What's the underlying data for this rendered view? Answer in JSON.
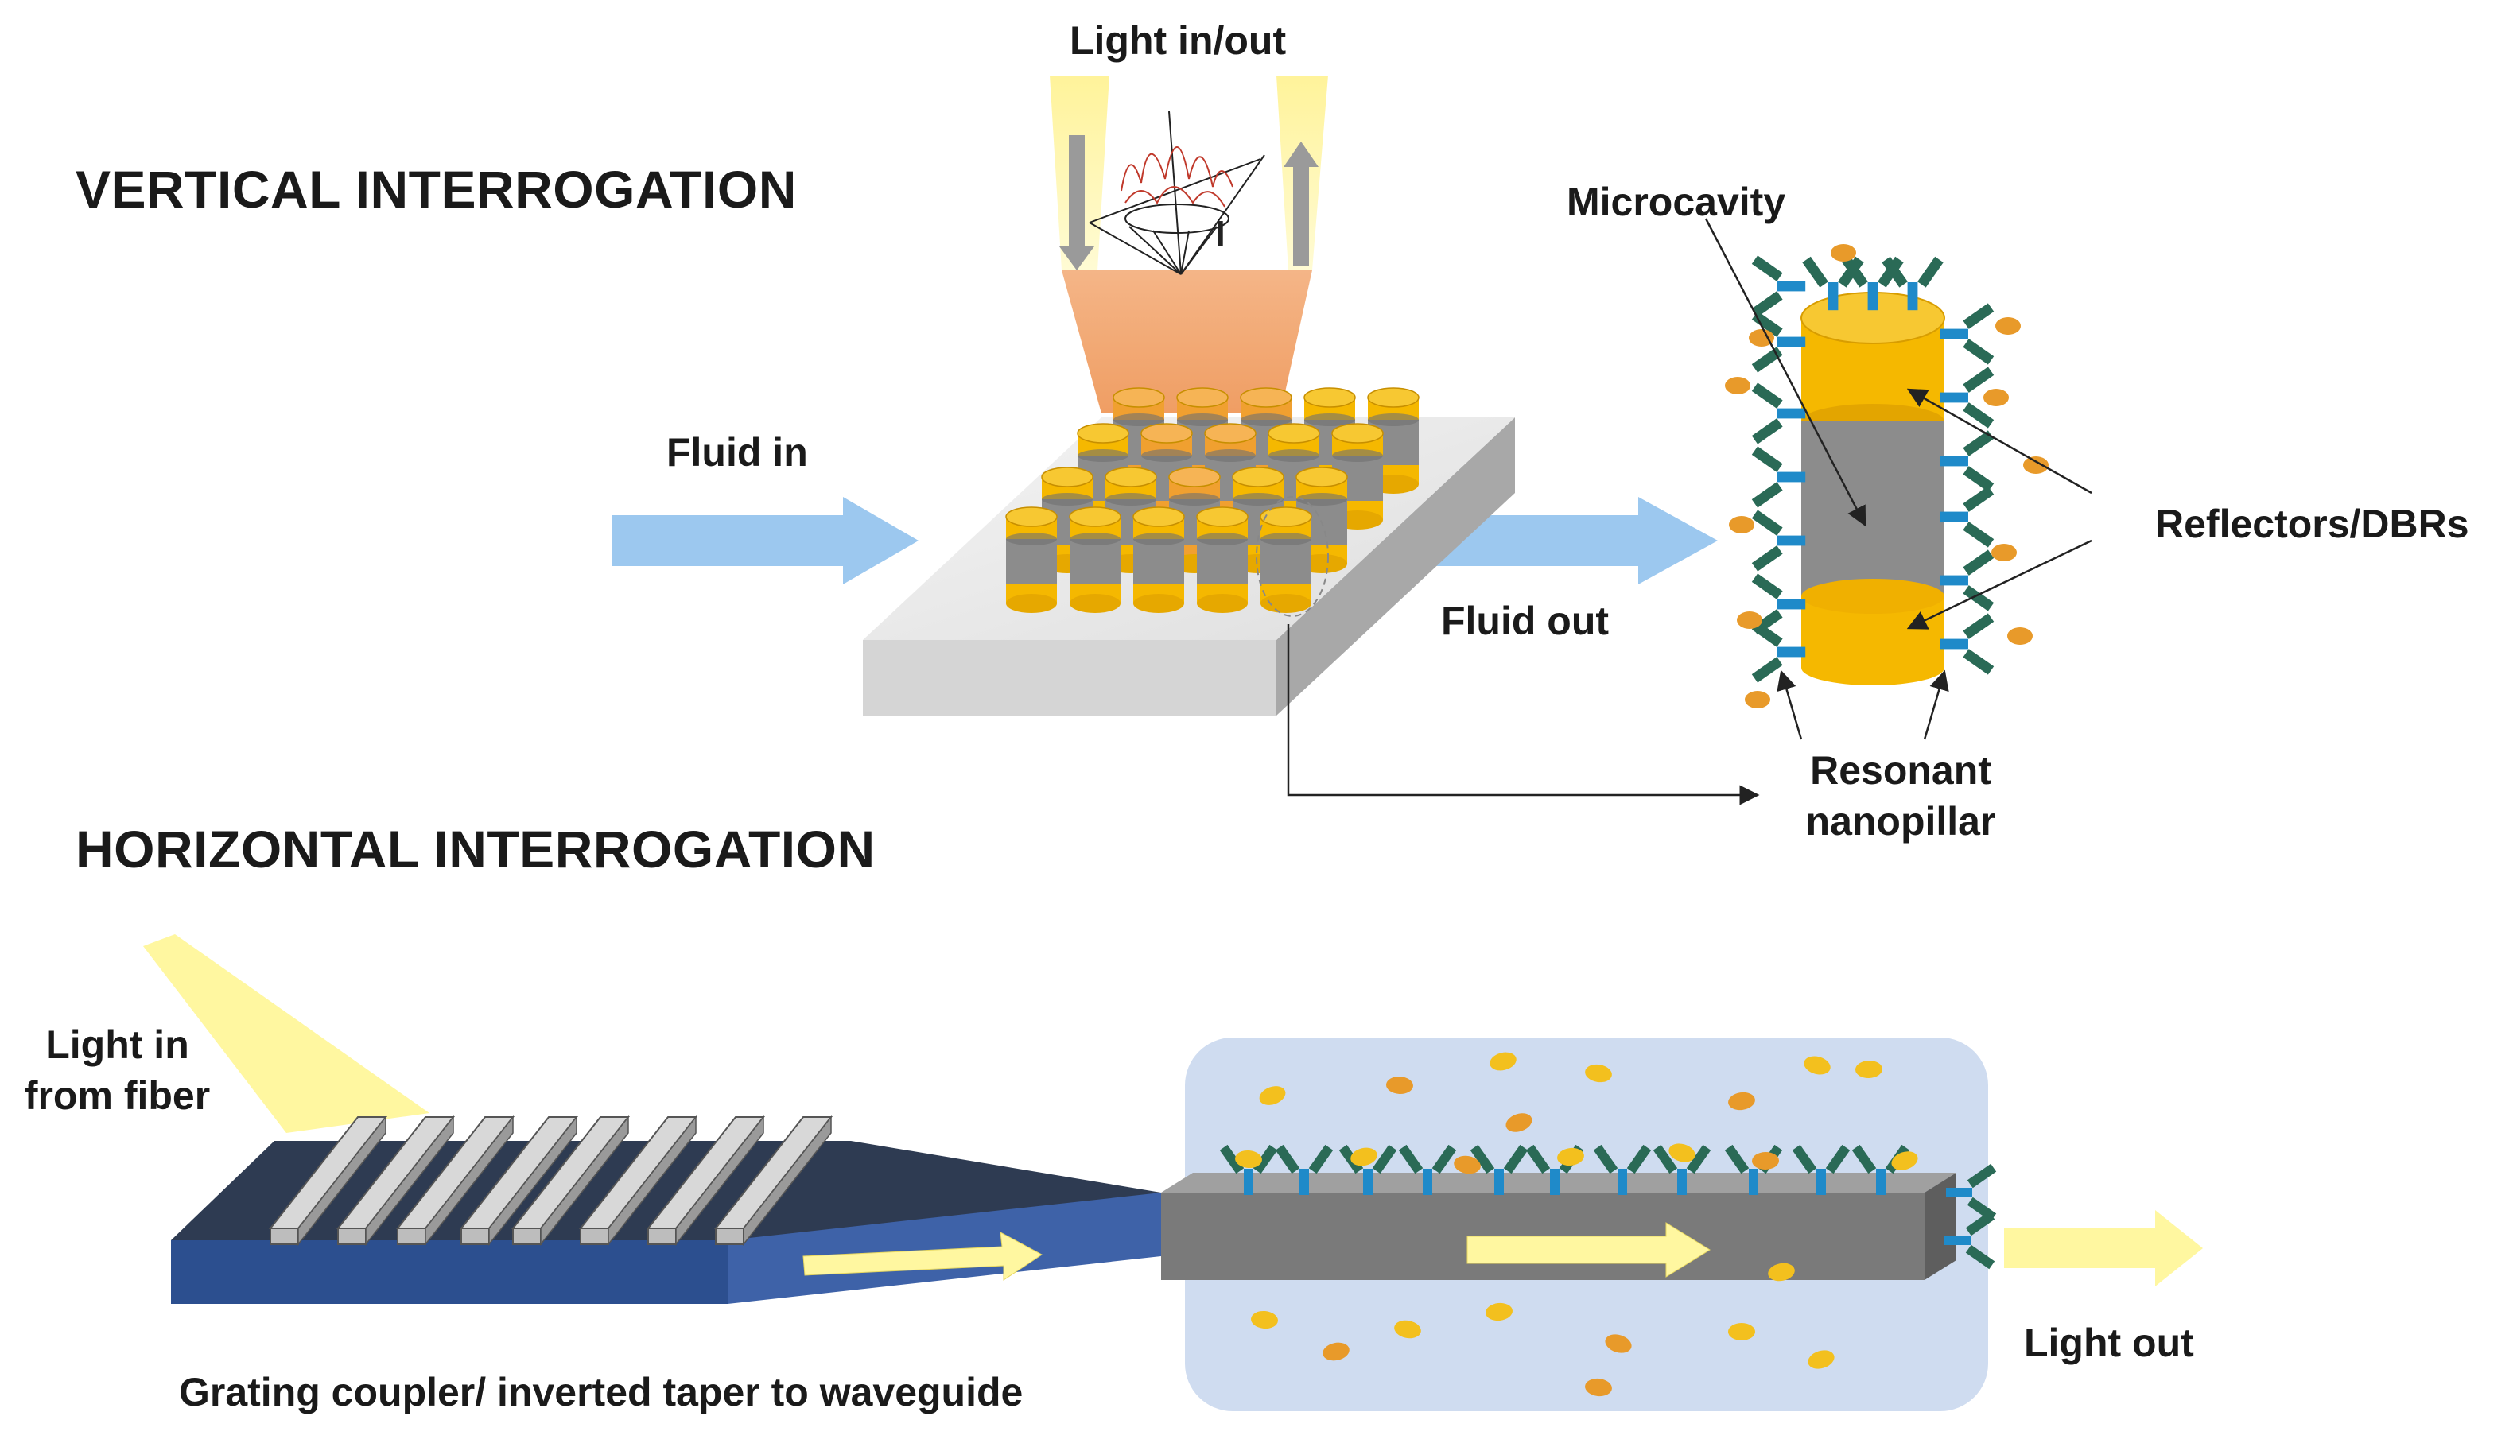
{
  "sections": {
    "vertical_title": "VERTICAL INTERROGATION",
    "horizontal_title": "HORIZONTAL INTERROGATION"
  },
  "vertical": {
    "light_inout": "Light in/out",
    "fluid_in": "Fluid in",
    "fluid_out": "Fluid out",
    "microcavity": "Microcavity",
    "reflectors": "Reflectors/DBRs",
    "resonant_line1": "Resonant",
    "resonant_line2": "nanopillar",
    "intensity_symbol": "I"
  },
  "horizontal": {
    "light_in_line1": "Light in",
    "light_in_line2": "from fiber",
    "coupler": "Grating coupler/ inverted taper to waveguide",
    "light_out": "Light out"
  },
  "colors": {
    "pillar_gold": "#f5b800",
    "pillar_gray": "#8c8c8c",
    "fluid_arrow": "#9cc8ef",
    "light_beam": "#fff7a0",
    "cone_orange": "#f2a46c",
    "substrate_dark": "#2e3b52",
    "substrate_blue": "#3e62a8",
    "waveguide_gray": "#7a7a7a",
    "fluid_box": "#cfdcf0",
    "antibody_blue": "#1f8ac9",
    "antibody_green": "#2a6a56",
    "analyte_orange": "#e89a2a",
    "analyte_yellow": "#f3c01e"
  }
}
